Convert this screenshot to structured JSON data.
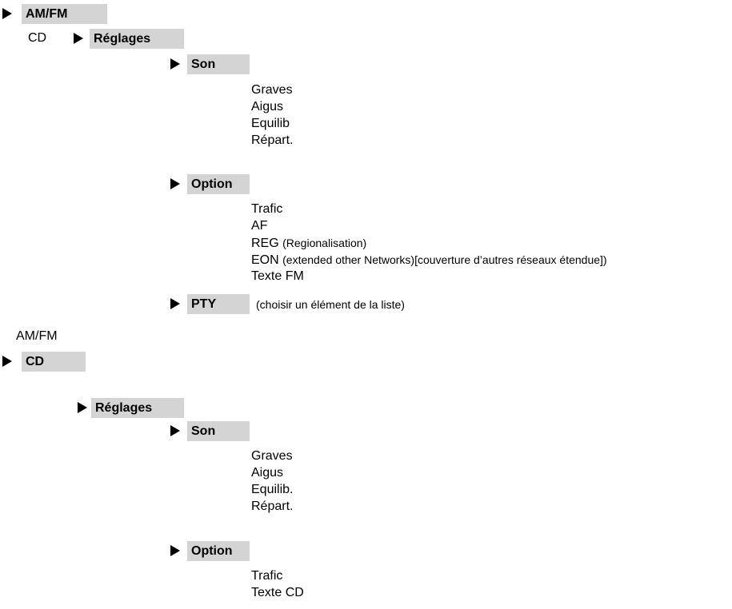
{
  "radio": {
    "am_fm": "AM/FM",
    "cd": "CD",
    "reglages": "Réglages",
    "son": "Son",
    "son_items": [
      "Graves",
      "Aigus",
      "Equilib",
      "Répart."
    ],
    "option": "Option",
    "option_items": [
      "Trafic",
      "AF"
    ],
    "reg": {
      "label": "REG",
      "note": "(Regionalisation)"
    },
    "eon": {
      "label": "EON",
      "note": "(extended other Networks)[couverture d’autres réseaux étendue])"
    },
    "texte_fm": "Texte FM",
    "pty": "PTY",
    "pty_note": "(choisir un élément de la liste)"
  },
  "cd": {
    "am_fm": "AM/FM",
    "cd": "CD",
    "reglages": "Réglages",
    "son": "Son",
    "son_items": [
      "Graves",
      "Aigus",
      "Equilib.",
      "Répart."
    ],
    "option": "Option",
    "option_items": [
      "Trafic",
      "Texte CD"
    ]
  }
}
